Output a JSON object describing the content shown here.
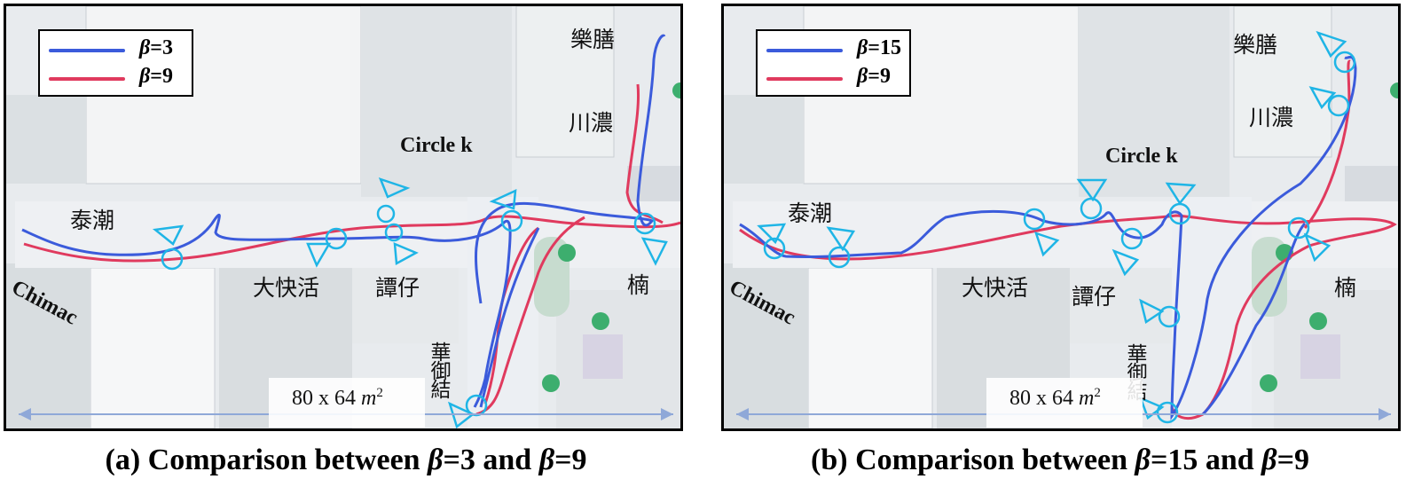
{
  "panels": [
    {
      "id": "a",
      "caption_prefix": "(a) Comparison between ",
      "caption_beta_a": "β",
      "caption_mid": "=3 and ",
      "caption_beta_b": "β",
      "caption_end": "=9",
      "legend": [
        {
          "symbol": "β",
          "value": "=3",
          "color": "#3b5bdb"
        },
        {
          "symbol": "β",
          "value": "=9",
          "color": "#e03a5e"
        }
      ]
    },
    {
      "id": "b",
      "caption_prefix": "(b) Comparison between ",
      "caption_beta_a": "β",
      "caption_mid": "=15 and ",
      "caption_beta_b": "β",
      "caption_end": "=9",
      "legend": [
        {
          "symbol": "β",
          "value": "=15",
          "color": "#3b5bdb"
        },
        {
          "symbol": "β",
          "value": "=9",
          "color": "#e03a5e"
        }
      ]
    }
  ],
  "stores": {
    "yuezhan": "樂膳",
    "chuannong": "川濃",
    "circle_k": "Circle k",
    "taichao": "泰潮",
    "chimac": "Chimac",
    "dakuaihuo": "大快活",
    "tanzai": "譚仔",
    "nan": "楠",
    "huayujie": "華御結"
  },
  "scale": {
    "text": "80 x 64",
    "unit": "m",
    "exponent": "2"
  },
  "colors": {
    "blue_path": "#3b5bdb",
    "red_path": "#e03a5e",
    "marker": "#1fb5e6",
    "scale_arrow": "#8fa8d8"
  }
}
